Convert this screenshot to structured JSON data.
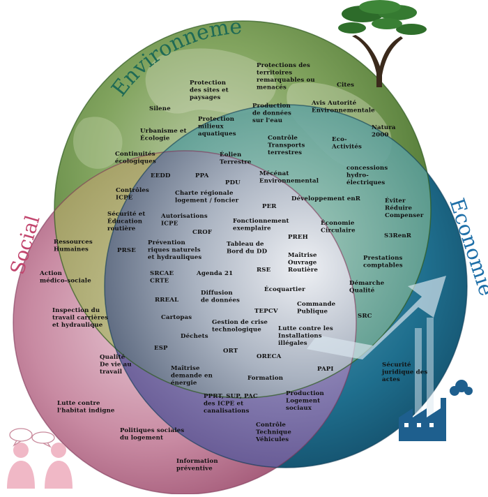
{
  "titles": {
    "environment": "Environnement",
    "social": "Social",
    "economy": "Economie"
  },
  "colors": {
    "environment": "#5f8f3a",
    "social": "#b46a86",
    "economy": "#1d6b8a",
    "title_environment": "#1f6a55",
    "title_social": "#c2466e",
    "title_economy": "#1e6fa8"
  },
  "labels": [
    {
      "id": "protection-sites",
      "lines": [
        "Protection",
        "des sites et",
        "paysages"
      ]
    },
    {
      "id": "protections-territoires",
      "lines": [
        "Protections des",
        "territoires",
        "remarquables ou",
        "menacés"
      ]
    },
    {
      "id": "cites",
      "lines": [
        "Cites"
      ]
    },
    {
      "id": "silene",
      "lines": [
        "Silene"
      ]
    },
    {
      "id": "production-donnees-eau",
      "lines": [
        "Production",
        "de données",
        "sur l'eau"
      ]
    },
    {
      "id": "avis-autorite",
      "lines": [
        "Avis Autorité",
        "Environnementale"
      ]
    },
    {
      "id": "protection-milieux",
      "lines": [
        "Protection",
        "milieux",
        "aquatiques"
      ]
    },
    {
      "id": "urbanisme-ecologie",
      "lines": [
        "Urbanisme et",
        "Écologie"
      ]
    },
    {
      "id": "natura-2000",
      "lines": [
        "Natura",
        "2000"
      ]
    },
    {
      "id": "controle-transports",
      "lines": [
        "Contrôle",
        "Transports",
        "terrestres"
      ]
    },
    {
      "id": "eco-activites",
      "lines": [
        "Eco-",
        "Activités"
      ]
    },
    {
      "id": "continuites",
      "lines": [
        "Continuités",
        "écologiques"
      ]
    },
    {
      "id": "eolien",
      "lines": [
        "Éolien",
        "Terrestre"
      ]
    },
    {
      "id": "concessions",
      "lines": [
        "concessions",
        "hydro-",
        "électriques"
      ]
    },
    {
      "id": "eedd",
      "lines": [
        "EEDD"
      ]
    },
    {
      "id": "ppa",
      "lines": [
        "PPA"
      ]
    },
    {
      "id": "mecenat",
      "lines": [
        "Mécénat",
        "Environnemental"
      ]
    },
    {
      "id": "pdu",
      "lines": [
        "PDU"
      ]
    },
    {
      "id": "controles-icpe",
      "lines": [
        "Contrôles",
        "ICPE"
      ]
    },
    {
      "id": "charte",
      "lines": [
        "Charte régionale",
        "logement / foncier"
      ]
    },
    {
      "id": "developpement-enr",
      "lines": [
        "Développement enR"
      ]
    },
    {
      "id": "eviter",
      "lines": [
        "Éviter",
        "Réduire",
        "Compenser"
      ]
    },
    {
      "id": "per",
      "lines": [
        "PER"
      ]
    },
    {
      "id": "securite-education",
      "lines": [
        "Sécurité et",
        "Éducation",
        "routière"
      ]
    },
    {
      "id": "autorisations-icpe",
      "lines": [
        "Autorisations",
        "ICPE"
      ]
    },
    {
      "id": "fonctionnement",
      "lines": [
        "Fonctionnement",
        "exemplaire"
      ]
    },
    {
      "id": "economie-circulaire",
      "lines": [
        "Économie",
        "Circulaire"
      ]
    },
    {
      "id": "s3renr",
      "lines": [
        "S3RenR"
      ]
    },
    {
      "id": "crof",
      "lines": [
        "CROF"
      ]
    },
    {
      "id": "preh",
      "lines": [
        "PREH"
      ]
    },
    {
      "id": "ressources-humaines",
      "lines": [
        "Ressources",
        "Humaines"
      ]
    },
    {
      "id": "prevention",
      "lines": [
        "Prévention",
        "riques naturels",
        "et hydrauliques"
      ]
    },
    {
      "id": "tableau-bord",
      "lines": [
        "Tableau de",
        "Bord du DD"
      ]
    },
    {
      "id": "maitrise-ouvrage",
      "lines": [
        "Maîtrise",
        "Ouvrage",
        "Routière"
      ]
    },
    {
      "id": "prse",
      "lines": [
        "PRSE"
      ]
    },
    {
      "id": "prestations",
      "lines": [
        "Prestations",
        "comptables"
      ]
    },
    {
      "id": "action-medico",
      "lines": [
        "Action",
        "médico-sociale"
      ]
    },
    {
      "id": "srcae",
      "lines": [
        "SRCAE",
        "CRTE"
      ]
    },
    {
      "id": "agenda21",
      "lines": [
        "Agenda 21"
      ]
    },
    {
      "id": "rse",
      "lines": [
        "RSE"
      ]
    },
    {
      "id": "demarche-qualite",
      "lines": [
        "Démarche",
        "Qualité"
      ]
    },
    {
      "id": "diffusion",
      "lines": [
        "Diffusion",
        "de données"
      ]
    },
    {
      "id": "ecoquartier",
      "lines": [
        "Écoquartier"
      ]
    },
    {
      "id": "rreal",
      "lines": [
        "RREAL"
      ]
    },
    {
      "id": "inspection-travail",
      "lines": [
        "Inspection du",
        "travail carrières",
        "et hydraulique"
      ]
    },
    {
      "id": "commande-publique",
      "lines": [
        "Commande",
        "Publique"
      ]
    },
    {
      "id": "tepcv",
      "lines": [
        "TEPCV"
      ]
    },
    {
      "id": "src",
      "lines": [
        "SRC"
      ]
    },
    {
      "id": "cartopas",
      "lines": [
        "Cartopas"
      ]
    },
    {
      "id": "gestion-crise",
      "lines": [
        "Gestion de crise",
        "technologique"
      ]
    },
    {
      "id": "lutte-installations",
      "lines": [
        "Lutte contre les",
        "Installations",
        "illégales"
      ]
    },
    {
      "id": "dechets",
      "lines": [
        "Déchets"
      ]
    },
    {
      "id": "esp",
      "lines": [
        "ESP"
      ]
    },
    {
      "id": "ort",
      "lines": [
        "ORT"
      ]
    },
    {
      "id": "qualite-vie",
      "lines": [
        "Qualité",
        "De vie au",
        "travail"
      ]
    },
    {
      "id": "oreca",
      "lines": [
        "ORECA"
      ]
    },
    {
      "id": "maitrise-demande",
      "lines": [
        "Maîtrise",
        "demande en",
        "énergie"
      ]
    },
    {
      "id": "papi",
      "lines": [
        "PAPI"
      ]
    },
    {
      "id": "securite-juridique",
      "lines": [
        "Sécurité",
        "juridique des",
        "actes"
      ]
    },
    {
      "id": "formation",
      "lines": [
        "Formation"
      ]
    },
    {
      "id": "pprt",
      "lines": [
        "PPRT, SUP, PAC",
        "des ICPE et",
        "canalisations"
      ]
    },
    {
      "id": "production-logement",
      "lines": [
        "Production",
        "Logement",
        "sociaux"
      ]
    },
    {
      "id": "lutte-habitat",
      "lines": [
        "Lutte contre",
        "l'habitat indigne"
      ]
    },
    {
      "id": "politiques-sociales",
      "lines": [
        "Politiques sociales",
        "du logement"
      ]
    },
    {
      "id": "controle-vehicules",
      "lines": [
        "Contrôle",
        "Technique",
        "Véhicules"
      ]
    },
    {
      "id": "information-preventive",
      "lines": [
        "Information",
        "préventive"
      ]
    }
  ]
}
